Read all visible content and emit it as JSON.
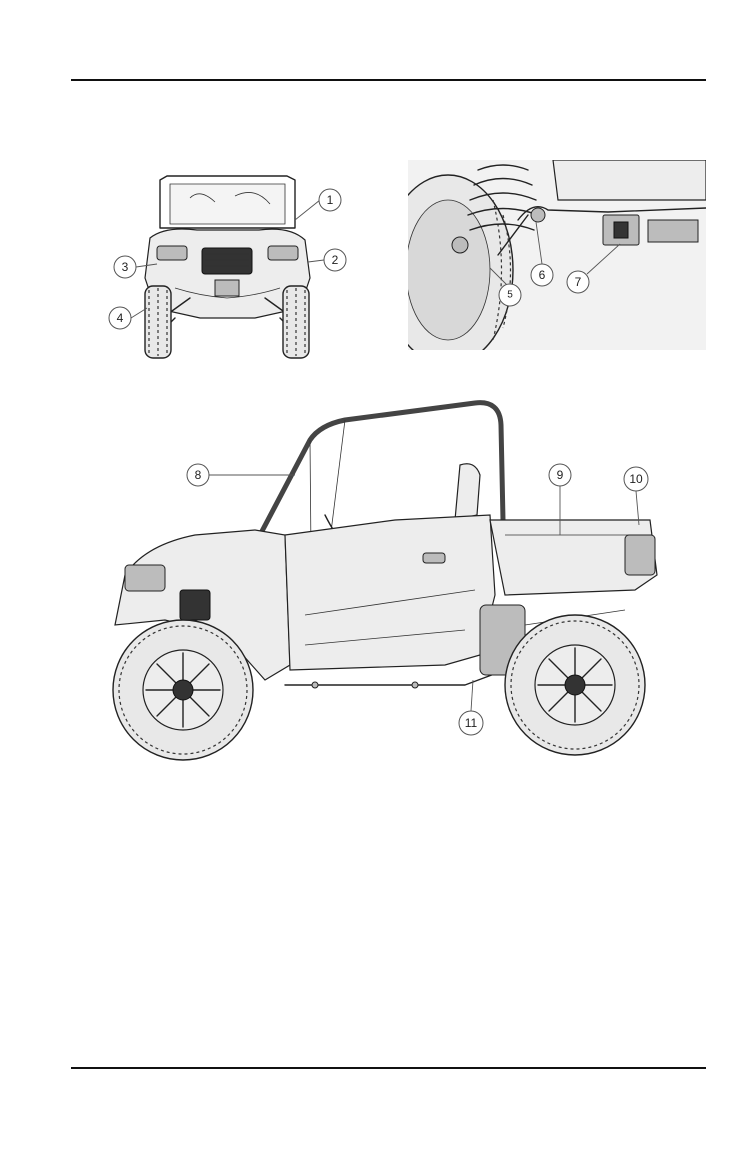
{
  "figures": {
    "front_view": {
      "callouts": [
        "1",
        "2",
        "3",
        "4"
      ]
    },
    "rear_detail": {
      "callouts": [
        "5",
        "6",
        "7"
      ]
    },
    "side_view": {
      "callouts": [
        "8",
        "9",
        "10",
        "11"
      ]
    }
  }
}
